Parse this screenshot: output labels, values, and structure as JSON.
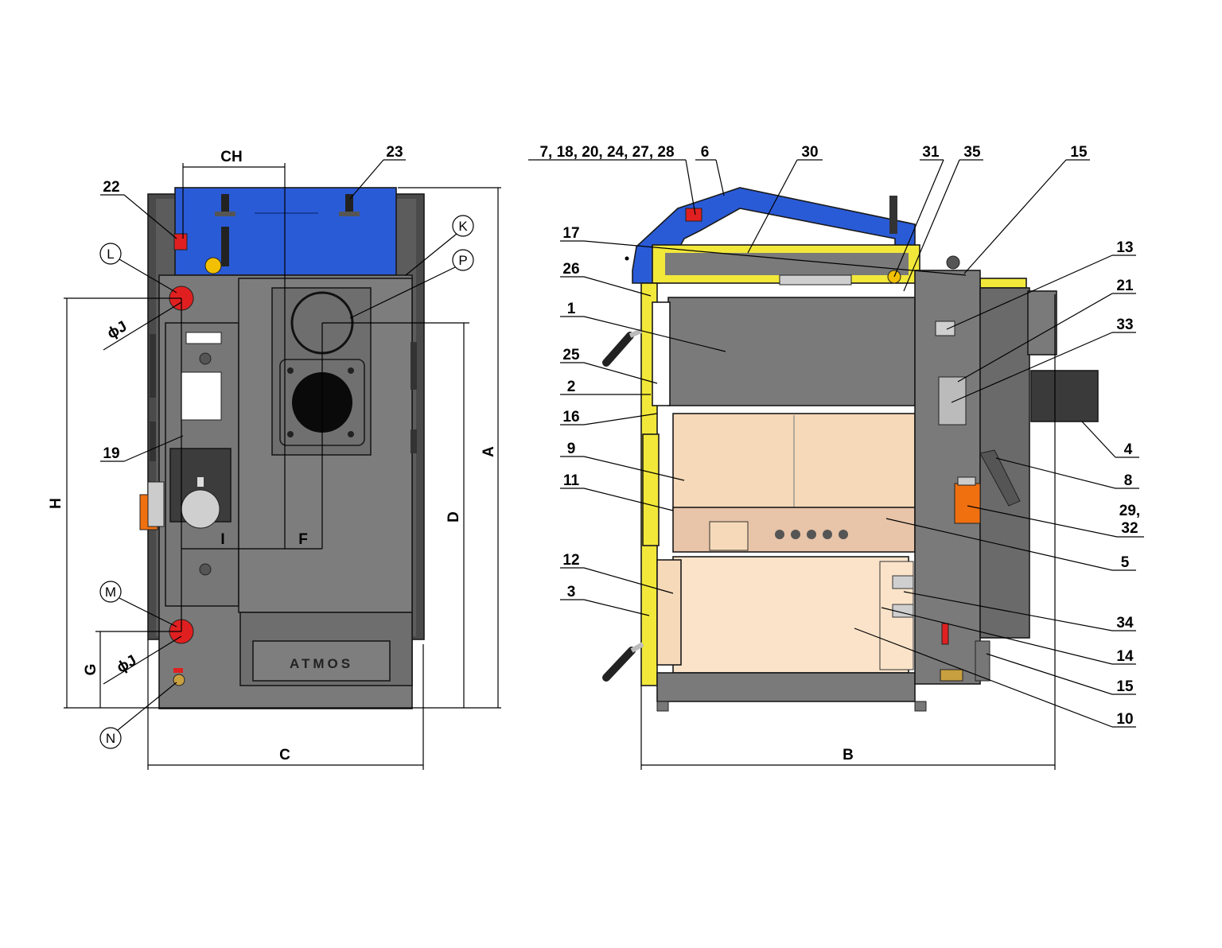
{
  "front_view": {
    "brand": "ATMOS",
    "dimensions": {
      "CH": "CH",
      "C": "C",
      "H": "H",
      "A": "A",
      "D": "D",
      "G": "G",
      "I": "I",
      "F": "F",
      "J_top": "ϕJ",
      "J_bottom": "ϕJ"
    },
    "connections": {
      "L": "L",
      "M": "M",
      "N": "N",
      "K": "K",
      "P": "P"
    },
    "parts": {
      "p22": "22",
      "p23": "23",
      "p19": "19"
    }
  },
  "side_view": {
    "dimensions": {
      "B": "B"
    },
    "parts": {
      "group": "7, 18, 20, 24, 27, 28",
      "p6": "6",
      "p30": "30",
      "p31": "31",
      "p35": "35",
      "p15_top": "15",
      "p17": "17",
      "p26": "26",
      "p13": "13",
      "p21": "21",
      "p33": "33",
      "p1": "1",
      "p25": "25",
      "p2": "2",
      "p16": "16",
      "p9": "9",
      "p4": "4",
      "p8": "8",
      "p29": "29,",
      "p32": "32",
      "p11": "11",
      "p5": "5",
      "p12": "12",
      "p3": "3",
      "p34": "34",
      "p14": "14",
      "p15_bottom": "15",
      "p10": "10"
    }
  },
  "colors": {
    "body_gray": "#7a7a7a",
    "dark_gray": "#4a4a4a",
    "cover_blue": "#2a5bd7",
    "frame_yellow": "#f2e83a",
    "chamber_beige": "#f6d9b8",
    "fire_red": "#e02020",
    "actuator_orange": "#f07010"
  }
}
